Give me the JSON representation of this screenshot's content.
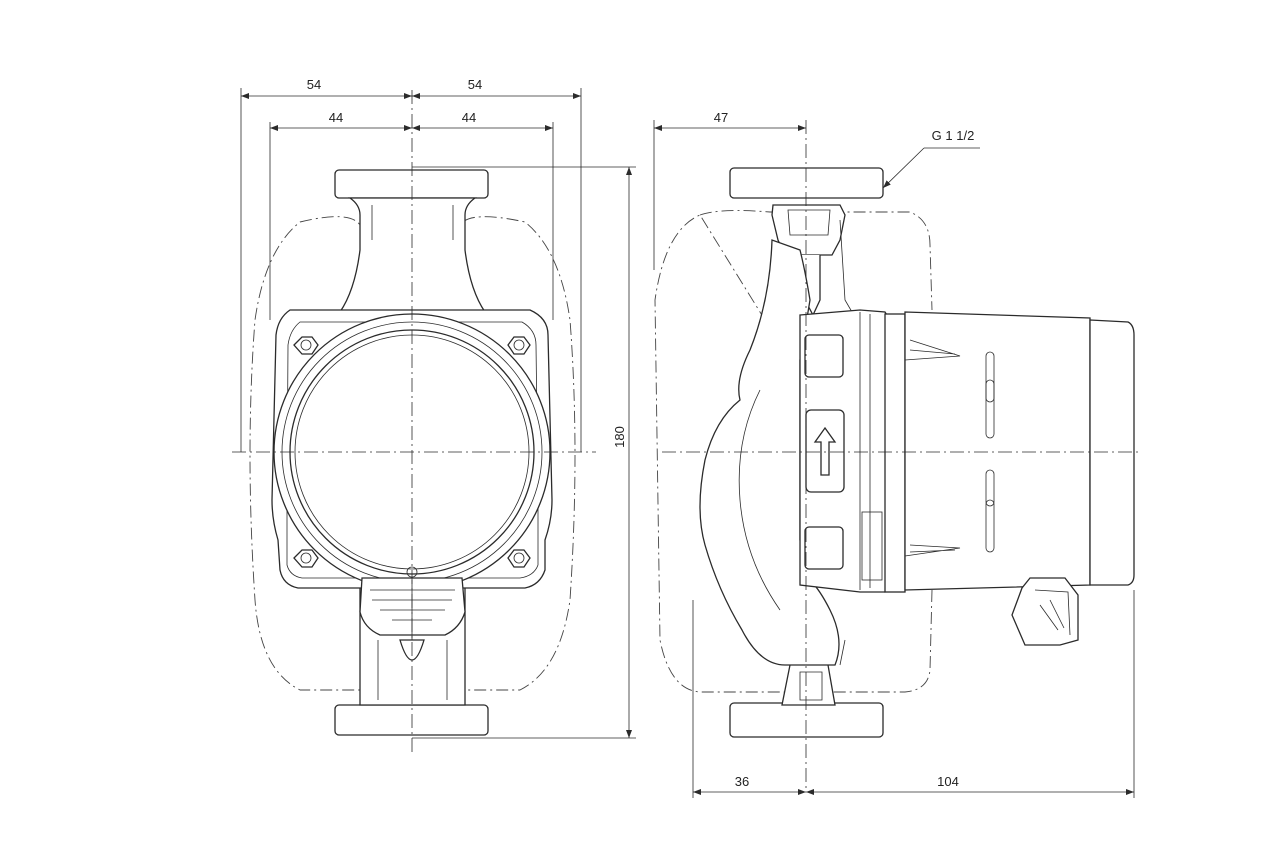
{
  "dimensions": {
    "front_half_width_outer_left": "54",
    "front_half_width_outer_right": "54",
    "front_half_width_inner_left": "44",
    "front_half_width_inner_right": "44",
    "overall_height": "180",
    "side_top_offset": "47",
    "side_bottom_left": "36",
    "side_bottom_right": "104",
    "thread_callout": "G 1 1/2"
  }
}
